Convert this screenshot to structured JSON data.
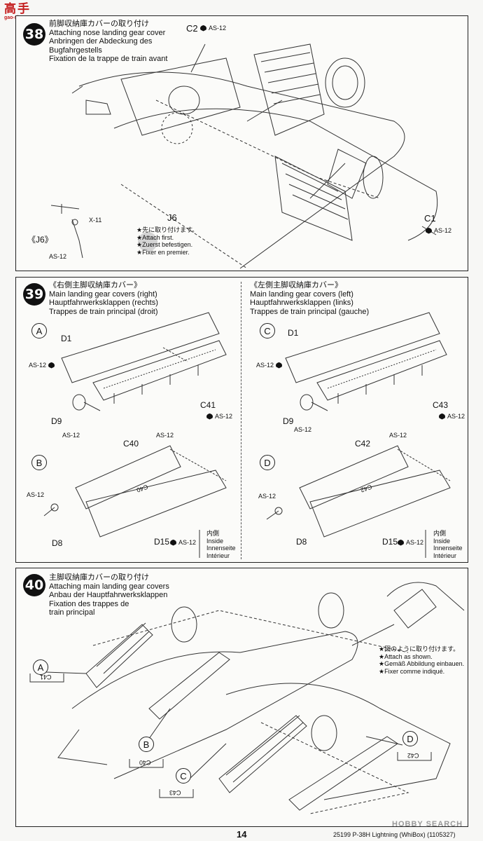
{
  "site_logo": {
    "text": "高手",
    "sub": "gao-shou.com",
    "color": "#c41d1d"
  },
  "step38": {
    "number": "38",
    "title_jp": "前脚収納庫カバーの取り付け",
    "title_en": "Attaching nose landing gear cover",
    "title_de1": "Anbringen der Abdeckung des",
    "title_de2": "Bugfahrgestells",
    "title_fr": "Fixation de la trappe de train avant",
    "part_c2": "C2",
    "part_j6": "J6",
    "part_c1": "C1",
    "part_x11": "X-11",
    "j6_label": "《J6》",
    "as12": "AS-12",
    "note": [
      "★先に取り付けます。",
      "★Attach first.",
      "★Zuerst befestigen.",
      "★Fixer en premier."
    ]
  },
  "step39": {
    "number": "39",
    "right": {
      "title_jp": "《右側主脚収納庫カバー》",
      "title_en": "Main landing gear covers (right)",
      "title_de": "Hauptfahrwerksklappen (rechts)",
      "title_fr": "Trappes de train principal (droit)"
    },
    "left": {
      "title_jp": "《左側主脚収納庫カバー》",
      "title_en": "Main landing gear covers (left)",
      "title_de": "Hauptfahrwerksklappen (links)",
      "title_fr": "Trappes de train principal (gauche)"
    },
    "letters": [
      "A",
      "B",
      "C",
      "D"
    ],
    "parts": {
      "d1": "D1",
      "d9": "D9",
      "d8": "D8",
      "d15": "D15",
      "c40": "C40",
      "c41": "C41",
      "c42": "C42",
      "c43": "C43",
      "mark_c40": "C40",
      "mark_c42": "C42"
    },
    "as12": "AS-12",
    "inside_note": [
      "内側",
      "Inside",
      "Innenseite",
      "Intérieur"
    ]
  },
  "step40": {
    "number": "40",
    "title_jp": "主脚収納庫カバーの取り付け",
    "title_en": "Attaching main landing gear covers",
    "title_de": "Anbau der Hauptfahrwerksklappen",
    "title_fr1": "Fixation des trappes de",
    "title_fr2": "train principal",
    "letters": [
      "A",
      "B",
      "C",
      "D"
    ],
    "tags": [
      "C41",
      "C40",
      "C43",
      "C42"
    ],
    "note": [
      "★図のように取り付けます。",
      "★Attach as shown.",
      "★Gemäß Abbildung einbauen.",
      "★Fixer comme indiqué."
    ]
  },
  "footer": {
    "page_number": "14",
    "product": "25199 P-38H Lightning (WhiBox) (1105327)",
    "watermark": "HOBBY SEARCH"
  }
}
